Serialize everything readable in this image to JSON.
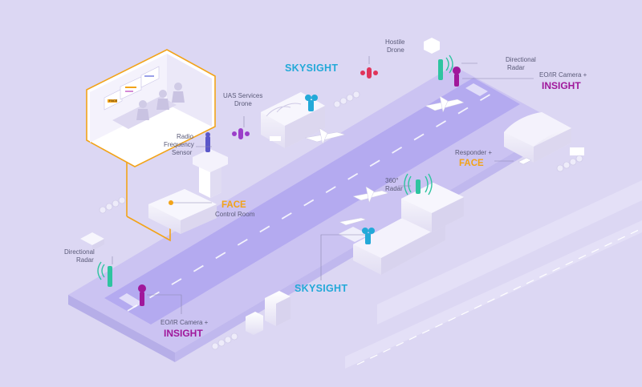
{
  "labels": {
    "hostile_drone": [
      "Hostile",
      "Drone"
    ],
    "directional_radar_top": [
      "Directional",
      "Radar"
    ],
    "eoir_top": "EO/IR Camera +",
    "insight_top": "INSIGHT",
    "skysight_top": "SKYSIGHT",
    "uas_drone": [
      "UAS Services",
      "Drone"
    ],
    "rf_sensor": [
      "Radio",
      "Frequency",
      "Sensor"
    ],
    "face_control": "FACE",
    "control_room": "Control Room",
    "responder": "Responder +",
    "face_responder": "FACE",
    "radar360": [
      "360°",
      "Radar"
    ],
    "directional_radar_left": [
      "Directional",
      "Radar"
    ],
    "skysight_bottom": "SKYSIGHT",
    "eoir_bottom": "EO/IR Camera +",
    "insight_bottom": "INSIGHT",
    "screen_face": "FACE"
  },
  "colors": {
    "background": "#dcd7f3",
    "ground": "#cbc3f2",
    "runway": "#b4aaf0",
    "skysight": "#23a9d8",
    "insight": "#a0189b",
    "face": "#f2a318",
    "radar": "#2ec4a0",
    "hostile": "#e0345a",
    "uas": "#9b3fc9"
  }
}
